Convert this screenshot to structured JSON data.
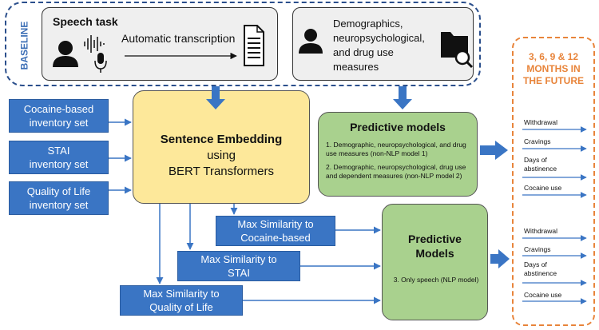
{
  "baseline": {
    "label": "BASELINE",
    "speech_task": {
      "title": "Speech task",
      "step": "Automatic transcription",
      "icons": [
        "person-icon",
        "waveform-icon",
        "microphone-icon",
        "document-icon"
      ]
    },
    "demographics": {
      "text_line1": "Demographics,",
      "text_line2": "neuropsychological,",
      "text_line3": "and drug use",
      "text_line4": "measures",
      "icons": [
        "person-icon",
        "folder-search-icon"
      ]
    }
  },
  "inventories": [
    {
      "line1": "Cocaine-based",
      "line2": "inventory set"
    },
    {
      "line1": "STAI",
      "line2": "inventory set"
    },
    {
      "line1": "Quality of Life",
      "line2": "inventory set"
    }
  ],
  "embedding": {
    "line1": "Sentence Embedding",
    "line2": "using",
    "line3": "BERT Transformers"
  },
  "predictive_models_1": {
    "title": "Predictive models",
    "item1": "1. Demographic, neuropsychological, and drug use measures (non-NLP model 1)",
    "item2": "2. Demographic, neuropsychological, drug use and dependent measures (non-NLP model 2)"
  },
  "similarities": [
    {
      "line1": "Max Similarity to",
      "line2": "Cocaine-based"
    },
    {
      "line1": "Max Similarity to",
      "line2": "STAI"
    },
    {
      "line1": "Max Similarity to",
      "line2": "Quality of Life"
    }
  ],
  "predictive_models_2": {
    "title_line1": "Predictive",
    "title_line2": "Models",
    "item": "3. Only speech (NLP model)"
  },
  "future": {
    "title_line1": "3, 6, 9  & 12",
    "title_line2": "MONTHS IN",
    "title_line3": "THE FUTURE",
    "outcomes_top": [
      "Withdrawal",
      "Cravings",
      "Days of abstinence",
      "Cocaine use"
    ],
    "outcomes_bottom": [
      "Withdrawal",
      "Cravings",
      "Days of abstinence",
      "Cocaine use"
    ]
  },
  "colors": {
    "blue_box": "#3a75c4",
    "arrow": "#3a75c4",
    "yellow": "#fde89a",
    "green": "#a9d18e",
    "gray": "#efefef",
    "baseline_dash": "#2b4f8c",
    "future_dash": "#e8843a"
  }
}
